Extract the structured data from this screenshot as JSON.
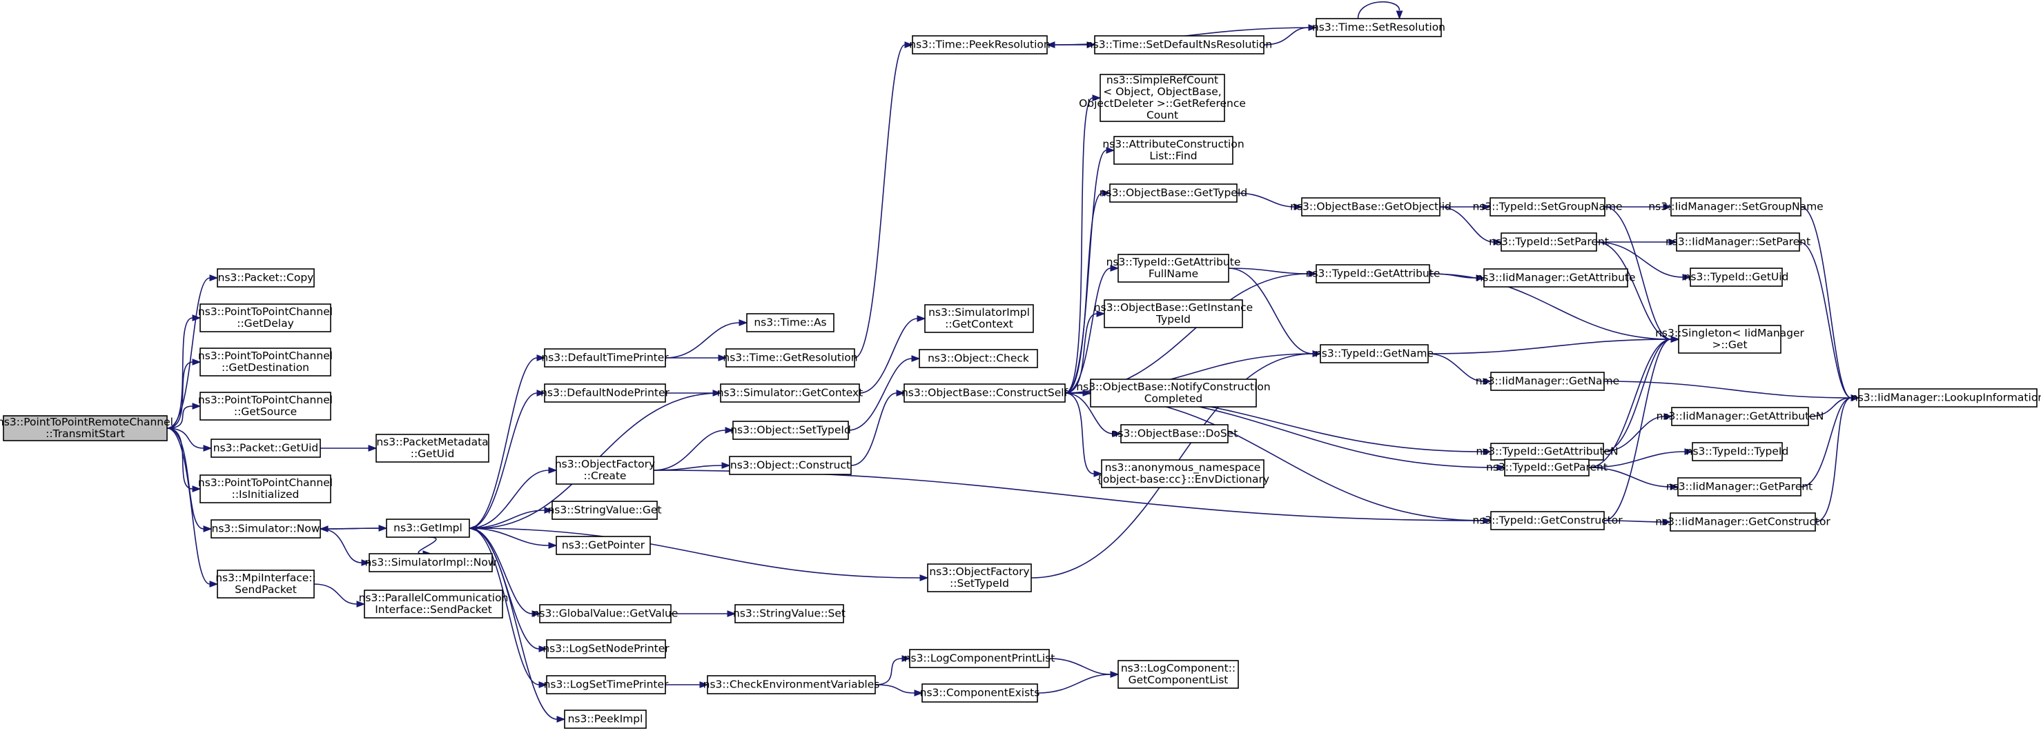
{
  "graph": {
    "colors": {
      "edge": "#191970",
      "root_fill": "#bfbfbf",
      "node_fill": "#ffffff",
      "node_border": "#000000"
    },
    "nodes": [
      {
        "id": "root",
        "lines": [
          "ns3::PointToPointRemoteChannel",
          "::TransmitStart"
        ],
        "root": true
      },
      {
        "id": "copy",
        "lines": [
          "ns3::Packet::Copy"
        ]
      },
      {
        "id": "getdelay",
        "lines": [
          "ns3::PointToPointChannel",
          "::GetDelay"
        ]
      },
      {
        "id": "getdest",
        "lines": [
          "ns3::PointToPointChannel",
          "::GetDestination"
        ]
      },
      {
        "id": "getsource",
        "lines": [
          "ns3::PointToPointChannel",
          "::GetSource"
        ]
      },
      {
        "id": "packetuid",
        "lines": [
          "ns3::Packet::GetUid"
        ]
      },
      {
        "id": "pmuid",
        "lines": [
          "ns3::PacketMetadata",
          "::GetUid"
        ]
      },
      {
        "id": "isinit",
        "lines": [
          "ns3::PointToPointChannel",
          "::IsInitialized"
        ]
      },
      {
        "id": "simnow",
        "lines": [
          "ns3::Simulator::Now"
        ]
      },
      {
        "id": "mpisend",
        "lines": [
          "ns3::MpiInterface::",
          "SendPacket"
        ]
      },
      {
        "id": "pcisend",
        "lines": [
          "ns3::ParallelCommunication",
          "Interface::SendPacket"
        ]
      },
      {
        "id": "getimpl",
        "lines": [
          "ns3::GetImpl"
        ]
      },
      {
        "id": "implnow",
        "lines": [
          "ns3::SimulatorImpl::Now"
        ]
      },
      {
        "id": "dtp",
        "lines": [
          "ns3::DefaultTimePrinter"
        ]
      },
      {
        "id": "dnp",
        "lines": [
          "ns3::DefaultNodePrinter"
        ]
      },
      {
        "id": "ofcreate",
        "lines": [
          "ns3::ObjectFactory",
          "::Create"
        ]
      },
      {
        "id": "svget",
        "lines": [
          "ns3::StringValue::Get"
        ]
      },
      {
        "id": "getptr",
        "lines": [
          "ns3::GetPointer"
        ]
      },
      {
        "id": "gvget",
        "lines": [
          "ns3::GlobalValue::GetValue"
        ]
      },
      {
        "id": "svset",
        "lines": [
          "ns3::StringValue::Set"
        ]
      },
      {
        "id": "lsnp",
        "lines": [
          "ns3::LogSetNodePrinter"
        ]
      },
      {
        "id": "lstp",
        "lines": [
          "ns3::LogSetTimePrinter"
        ]
      },
      {
        "id": "cev",
        "lines": [
          "ns3::CheckEnvironmentVariables"
        ]
      },
      {
        "id": "peekimpl",
        "lines": [
          "ns3::PeekImpl"
        ]
      },
      {
        "id": "timeas",
        "lines": [
          "ns3::Time::As"
        ]
      },
      {
        "id": "getres",
        "lines": [
          "ns3::Time::GetResolution"
        ]
      },
      {
        "id": "simgetctx",
        "lines": [
          "ns3::Simulator::GetContext"
        ]
      },
      {
        "id": "implgetctx",
        "lines": [
          "ns3::SimulatorImpl",
          "::GetContext"
        ]
      },
      {
        "id": "objcheck",
        "lines": [
          "ns3::Object::Check"
        ]
      },
      {
        "id": "objsettid",
        "lines": [
          "ns3::Object::SetTypeId"
        ]
      },
      {
        "id": "objconstruct",
        "lines": [
          "ns3::Object::Construct"
        ]
      },
      {
        "id": "ofsettid",
        "lines": [
          "ns3::ObjectFactory",
          "::SetTypeId"
        ]
      },
      {
        "id": "lcpl",
        "lines": [
          "ns3::LogComponentPrintList"
        ]
      },
      {
        "id": "compexists",
        "lines": [
          "ns3::ComponentExists"
        ]
      },
      {
        "id": "lcgcl",
        "lines": [
          "ns3::LogComponent::",
          "GetComponentList"
        ]
      },
      {
        "id": "peekres",
        "lines": [
          "ns3::Time::PeekResolution"
        ]
      },
      {
        "id": "setdefns",
        "lines": [
          "ns3::Time::SetDefaultNsResolution"
        ]
      },
      {
        "id": "setres",
        "lines": [
          "ns3::Time::SetResolution"
        ]
      },
      {
        "id": "obconstruct",
        "lines": [
          "ns3::ObjectBase::ConstructSelf"
        ]
      },
      {
        "id": "srcget",
        "lines": [
          "ns3::SimpleRefCount",
          "< Object, ObjectBase,",
          "ObjectDeleter >::GetReference",
          "Count"
        ]
      },
      {
        "id": "aclfind",
        "lines": [
          "ns3::AttributeConstruction",
          "List::Find"
        ]
      },
      {
        "id": "obgettid",
        "lines": [
          "ns3::ObjectBase::GetTypeId"
        ]
      },
      {
        "id": "tidattrfull",
        "lines": [
          "ns3::TypeId::GetAttribute",
          "FullName"
        ]
      },
      {
        "id": "obinsttid",
        "lines": [
          "ns3::ObjectBase::GetInstance",
          "TypeId"
        ]
      },
      {
        "id": "obnotify",
        "lines": [
          "ns3::ObjectBase::NotifyConstruction",
          "Completed"
        ]
      },
      {
        "id": "obdoset",
        "lines": [
          "ns3::ObjectBase::DoSet"
        ]
      },
      {
        "id": "envdict",
        "lines": [
          "ns3::anonymous_namespace",
          "{object-base:cc}::EnvDictionary"
        ]
      },
      {
        "id": "obgetoid",
        "lines": [
          "ns3::ObjectBase::GetObjectIid"
        ]
      },
      {
        "id": "tidgetattr",
        "lines": [
          "ns3::TypeId::GetAttribute"
        ]
      },
      {
        "id": "tidgetname",
        "lines": [
          "ns3::TypeId::GetName"
        ]
      },
      {
        "id": "tidgetattrn",
        "lines": [
          "ns3::TypeId::GetAttributeN"
        ]
      },
      {
        "id": "tidgetparent",
        "lines": [
          "ns3::TypeId::GetParent"
        ]
      },
      {
        "id": "tidgetctor",
        "lines": [
          "ns3::TypeId::GetConstructor"
        ]
      },
      {
        "id": "tidsetgroup",
        "lines": [
          "ns3::TypeId::SetGroupName"
        ]
      },
      {
        "id": "tidsetparent",
        "lines": [
          "ns3::TypeId::SetParent"
        ]
      },
      {
        "id": "iidgetattr",
        "lines": [
          "ns3::IidManager::GetAttribute"
        ]
      },
      {
        "id": "singleton",
        "lines": [
          "ns3::Singleton< IidManager",
          ">::Get"
        ]
      },
      {
        "id": "iidgetname",
        "lines": [
          "ns3::IidManager::GetName"
        ]
      },
      {
        "id": "iidsetgroup",
        "lines": [
          "ns3::IidManager::SetGroupName"
        ]
      },
      {
        "id": "iidsetparent",
        "lines": [
          "ns3::IidManager::SetParent"
        ]
      },
      {
        "id": "tidgetuid",
        "lines": [
          "ns3::TypeId::GetUid"
        ]
      },
      {
        "id": "iidgetattrn",
        "lines": [
          "ns3::IidManager::GetAttributeN"
        ]
      },
      {
        "id": "tidtid",
        "lines": [
          "ns3::TypeId::TypeId"
        ]
      },
      {
        "id": "iidgetparent",
        "lines": [
          "ns3::IidManager::GetParent"
        ]
      },
      {
        "id": "iidgetctor",
        "lines": [
          "ns3::IidManager::GetConstructor"
        ]
      },
      {
        "id": "iidlookup",
        "lines": [
          "ns3::IidManager::LookupInformation"
        ]
      }
    ]
  }
}
